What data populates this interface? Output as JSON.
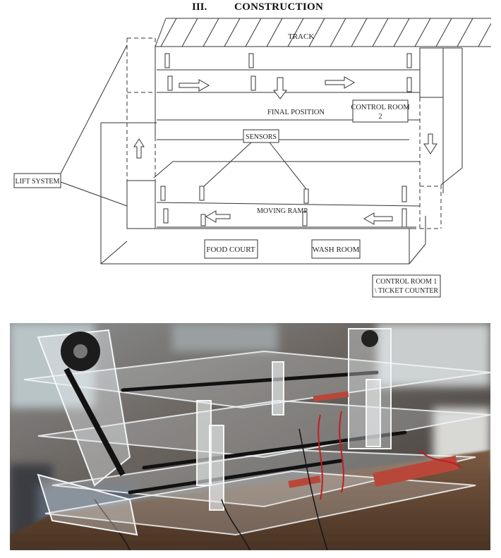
{
  "heading": {
    "number": "III.",
    "title": "CONSTRUCTION"
  },
  "diagram": {
    "labels": {
      "track": "TRACK",
      "final_position": "FINAL POSITION",
      "control_room_2_line1": "CONTROL ROOM",
      "control_room_2_line2": "2",
      "sensors": "SENSORS",
      "lift_system": "LIFT SYSTEM",
      "moving_ramp": "MOVING RAMP",
      "food_court": "FOOD COURT",
      "wash_room": "WASH ROOM",
      "control_room_1_line1": "CONTROL  ROOM 1",
      "control_room_1_line2": "\\ TICKET COUNTER"
    },
    "line_color": "#333333"
  },
  "photo": {
    "subject": "acrylic-model-photo"
  }
}
